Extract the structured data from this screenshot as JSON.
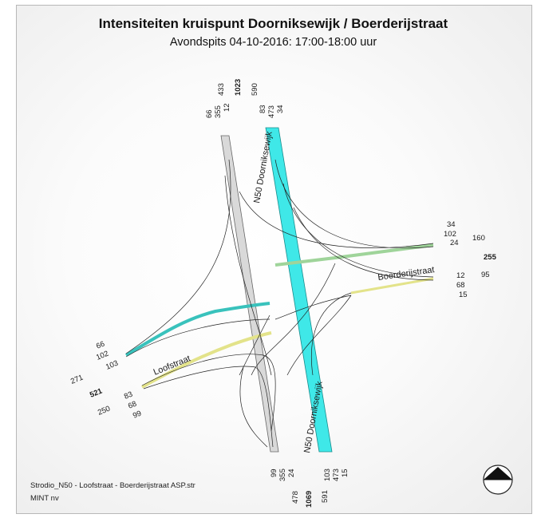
{
  "title": "Intensiteiten kruispunt Doorniksewijk / Boerderijstraat",
  "subtitle": "Avondspits 04-10-2016: 17:00-18:00 uur",
  "footer": {
    "line1": "Strodio_N50 - Loofstraat - Boerderijstraat ASP.str",
    "line2": "MINT nv"
  },
  "streets": {
    "n50_north": "N50 Doorniksewijk",
    "n50_south": "N50 Doorniksewijk",
    "boerderijstraat": "Boerderijstraat",
    "loofstraat": "Loofstraat"
  },
  "north_arm": {
    "in_movements": [
      "66",
      "355",
      "12"
    ],
    "in_total": "433",
    "cross_total": "1023",
    "out_total": "590",
    "out_movements": [
      "83",
      "473",
      "34"
    ]
  },
  "east_arm": {
    "out_movements": [
      "34",
      "102",
      "24"
    ],
    "out_total": "160",
    "cross_total": "255",
    "in_total": "95",
    "in_movements": [
      "12",
      "68",
      "15"
    ]
  },
  "west_arm": {
    "out_movements": [
      "66",
      "102",
      "103"
    ],
    "out_total": "271",
    "cross_total": "521",
    "in_total": "250",
    "in_movements": [
      "83",
      "68",
      "99"
    ]
  },
  "south_arm": {
    "out_movements": [
      "99",
      "355",
      "24"
    ],
    "out_total": "478",
    "cross_total": "1069",
    "in_total": "591",
    "in_movements": [
      "103",
      "473",
      "15"
    ]
  },
  "colors": {
    "n50_northbound": "#33e6e6",
    "n50_southbound": "#d8d8d8",
    "loofstraat_out": "#3cc8c0",
    "loofstraat_in": "#e6e68c",
    "boerderij_out": "#a8d8a0",
    "boerderij_in": "#e6e68c",
    "turn_line": "#222222"
  },
  "compass": "north-arrow-icon"
}
